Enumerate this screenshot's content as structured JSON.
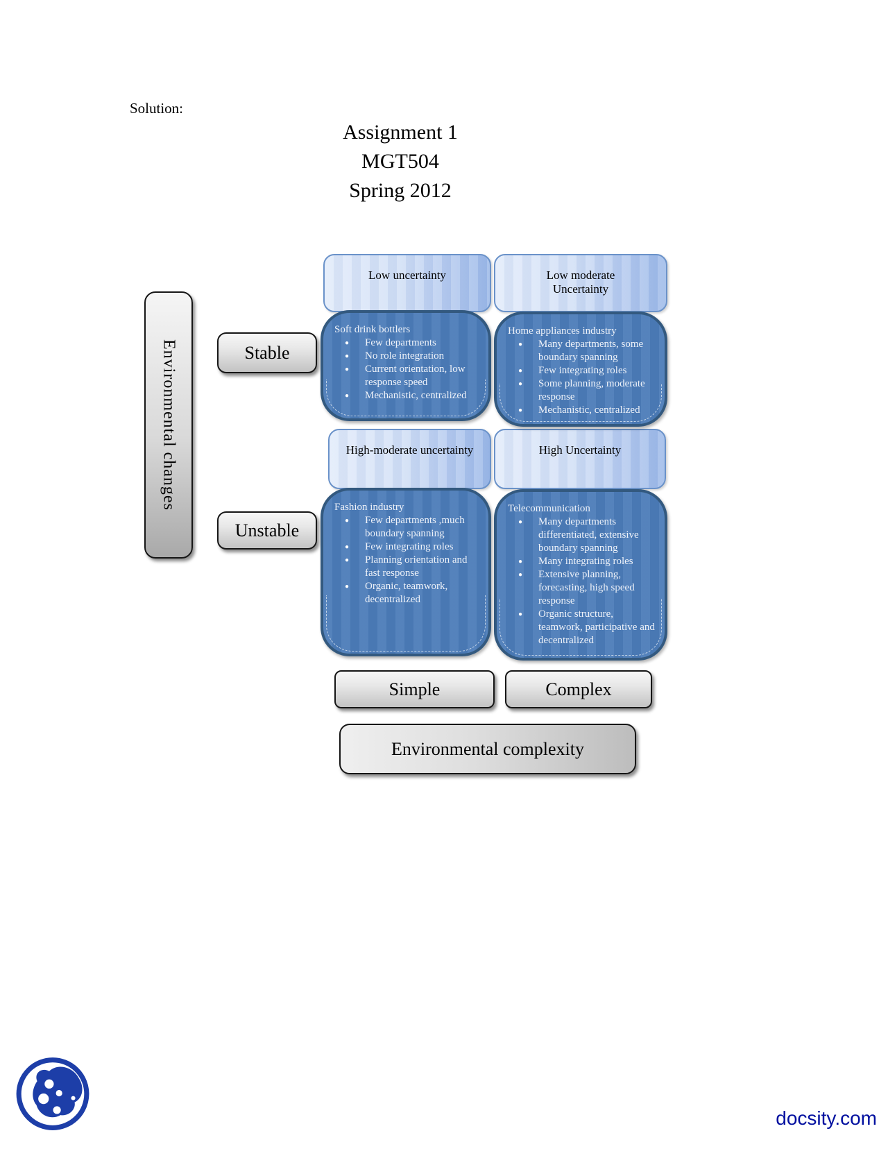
{
  "page": {
    "solution_label": "Solution:",
    "title_lines": [
      "Assignment 1",
      "MGT504",
      "Spring 2012"
    ]
  },
  "diagram": {
    "y_axis": {
      "label": "Environmental changes",
      "top_value": "Stable",
      "bottom_value": "Unstable"
    },
    "x_axis": {
      "label": "Environmental complexity",
      "left_value": "Simple",
      "right_value": "Complex"
    },
    "quadrants": [
      {
        "header": "Low uncertainty",
        "title": "Soft drink bottlers",
        "bullets": [
          "Few departments",
          "No role integration",
          "Current orientation, low response speed",
          "Mechanistic, centralized"
        ]
      },
      {
        "header": "Low moderate Uncertainty",
        "title": "Home appliances industry",
        "bullets": [
          "Many departments, some boundary spanning",
          "Few integrating roles",
          "Some planning, moderate response",
          "Mechanistic, centralized"
        ]
      },
      {
        "header": "High-moderate uncertainty",
        "title": "Fashion industry",
        "bullets": [
          "Few departments ,much boundary spanning",
          "Few integrating roles",
          "Planning orientation and fast response",
          "Organic, teamwork, decentralized"
        ]
      },
      {
        "header": "High Uncertainty",
        "title": "Telecommunication",
        "bullets": [
          "Many departments differentiated, extensive boundary spanning",
          "Many integrating roles",
          "Extensive planning, forecasting, high speed response",
          "Organic structure, teamwork, participative and decentralized"
        ]
      }
    ]
  },
  "footer": {
    "brand": "docsity.com",
    "logo_icon": "docsity-logo"
  },
  "colors": {
    "content_blue": "#4C7CB8",
    "content_border": "#33597F",
    "header_light_blue": "#E2EBFA",
    "header_dark_blue": "#9CB9E8",
    "header_border": "#6A92C9",
    "gray_box_light": "#F7F7F7",
    "gray_box_dark": "#C3C3C3",
    "logo_blue": "#1D3EA8",
    "link_blue": "#000F9F"
  }
}
